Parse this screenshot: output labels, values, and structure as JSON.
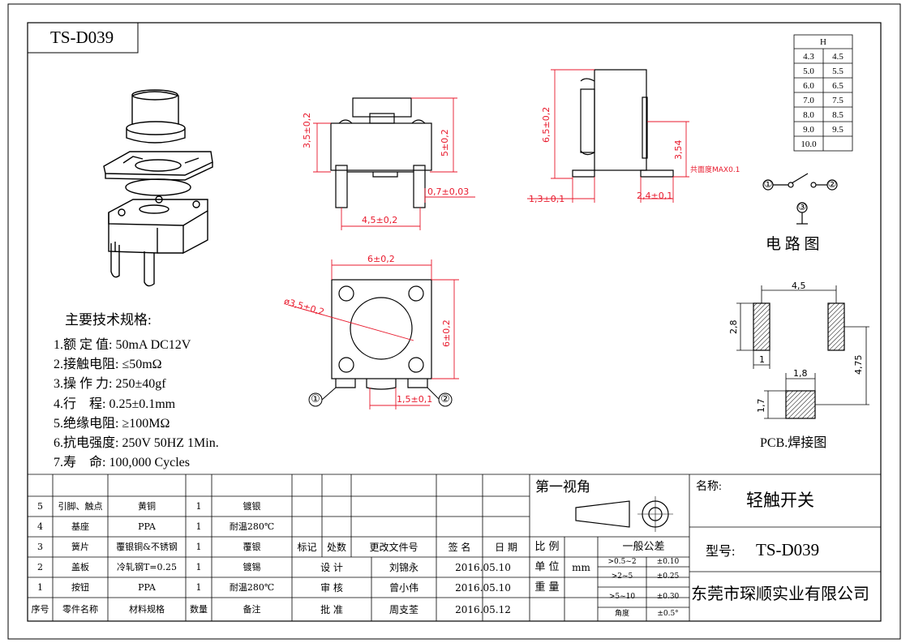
{
  "title_box": "TS-D039",
  "drawing_labels": {
    "side_height_1": "3,5±0,2",
    "side_height_2": "5±0,2",
    "lead_width": "0,7±0,03",
    "pitch_front": "4,5±0,2",
    "right_height": "6,5±0,2",
    "right_height_2": "3,54",
    "flatness": "共面度MAX0.1",
    "lead_offset_left": "1,3±0,1",
    "lead_offset_right": "2,4±0,1",
    "top_width": "6±0,2",
    "top_height": "6±0,2",
    "diameter": "ø3,5±0,2",
    "bottom_pitch": "1,5±0,1",
    "pin1": "①",
    "pin2": "②",
    "pin3": "③"
  },
  "h_table": {
    "header": "H",
    "rows": [
      [
        "4.3",
        "4.5"
      ],
      [
        "5.0",
        "5.5"
      ],
      [
        "6.0",
        "6.5"
      ],
      [
        "7.0",
        "7.5"
      ],
      [
        "8.0",
        "8.5"
      ],
      [
        "9.0",
        "9.5"
      ],
      [
        "10.0",
        ""
      ]
    ]
  },
  "circuit": {
    "title": "电 路 图"
  },
  "pcb": {
    "title": "PCB.焊接图",
    "dim_45": "4,5",
    "dim_28": "2,8",
    "dim_1": "1",
    "dim_475": "4,75",
    "dim_18": "1,8",
    "dim_17": "1,7"
  },
  "specs": {
    "heading": "主要技术规格:",
    "items": [
      {
        "n": "1.",
        "label": "额 定 值:",
        "value": "50mA DC12V"
      },
      {
        "n": "2.",
        "label": "接触电阻:",
        "value": "≤50mΩ"
      },
      {
        "n": "3.",
        "label": "操 作 力:",
        "value": "250±40gf"
      },
      {
        "n": "4.",
        "label": "行    程:",
        "value": "0.25±0.1mm"
      },
      {
        "n": "5.",
        "label": "绝缘电阻:",
        "value": "≥100MΩ"
      },
      {
        "n": "6.",
        "label": "抗电强度:",
        "value": "250V 50HZ 1Min."
      },
      {
        "n": "7.",
        "label": "寿    命:",
        "value": "100,000 Cycles"
      }
    ]
  },
  "bom": {
    "headers": [
      "序号",
      "零件名称",
      "材料规格",
      "数量",
      "备注"
    ],
    "rows": [
      {
        "no": "5",
        "name": "引脚、触点",
        "material": "黄铜",
        "qty": "1",
        "note": "镀银"
      },
      {
        "no": "4",
        "name": "基座",
        "material": "PPA",
        "qty": "1",
        "note": "耐温280℃"
      },
      {
        "no": "3",
        "name": "簧片",
        "material": "覆银铜&不锈钢",
        "qty": "1",
        "note": "覆银"
      },
      {
        "no": "2",
        "name": "盖板",
        "material": "冷轧钢T=0.25",
        "qty": "1",
        "note": "镀锡"
      },
      {
        "no": "1",
        "name": "按钮",
        "material": "PPA",
        "qty": "1",
        "note": "耐温280℃"
      }
    ]
  },
  "revision": {
    "headers": [
      "标记",
      "处数",
      "更改文件号",
      "签 名",
      "日 期"
    ],
    "rows": [
      {
        "role": "设 计",
        "name": "刘锦永",
        "date": "2016.05.10"
      },
      {
        "role": "审 核",
        "name": "曾小伟",
        "date": "2016.05.10"
      },
      {
        "role": "批 准",
        "name": "周支荃",
        "date": "2016.05.12"
      }
    ]
  },
  "projection": {
    "label": "第一视角"
  },
  "info": {
    "scale_label": "比 例",
    "unit_label": "单 位",
    "unit_value": "mm",
    "weight_label": "重 量",
    "tolerance_title": "一般公差",
    "tolerances": [
      {
        "range": ">0.5~2",
        "tol": "±0.10"
      },
      {
        "range": ">2~5",
        "tol": "±0.25"
      },
      {
        "range": ">5~10",
        "tol": "±0.30"
      },
      {
        "range": "角度",
        "tol": "±0.5°"
      }
    ]
  },
  "title_block": {
    "name_label": "名称:",
    "name_value": "轻触开关",
    "model_label": "型号:",
    "model_value": "TS-D039",
    "company": "东莞市琛顺实业有限公司"
  }
}
